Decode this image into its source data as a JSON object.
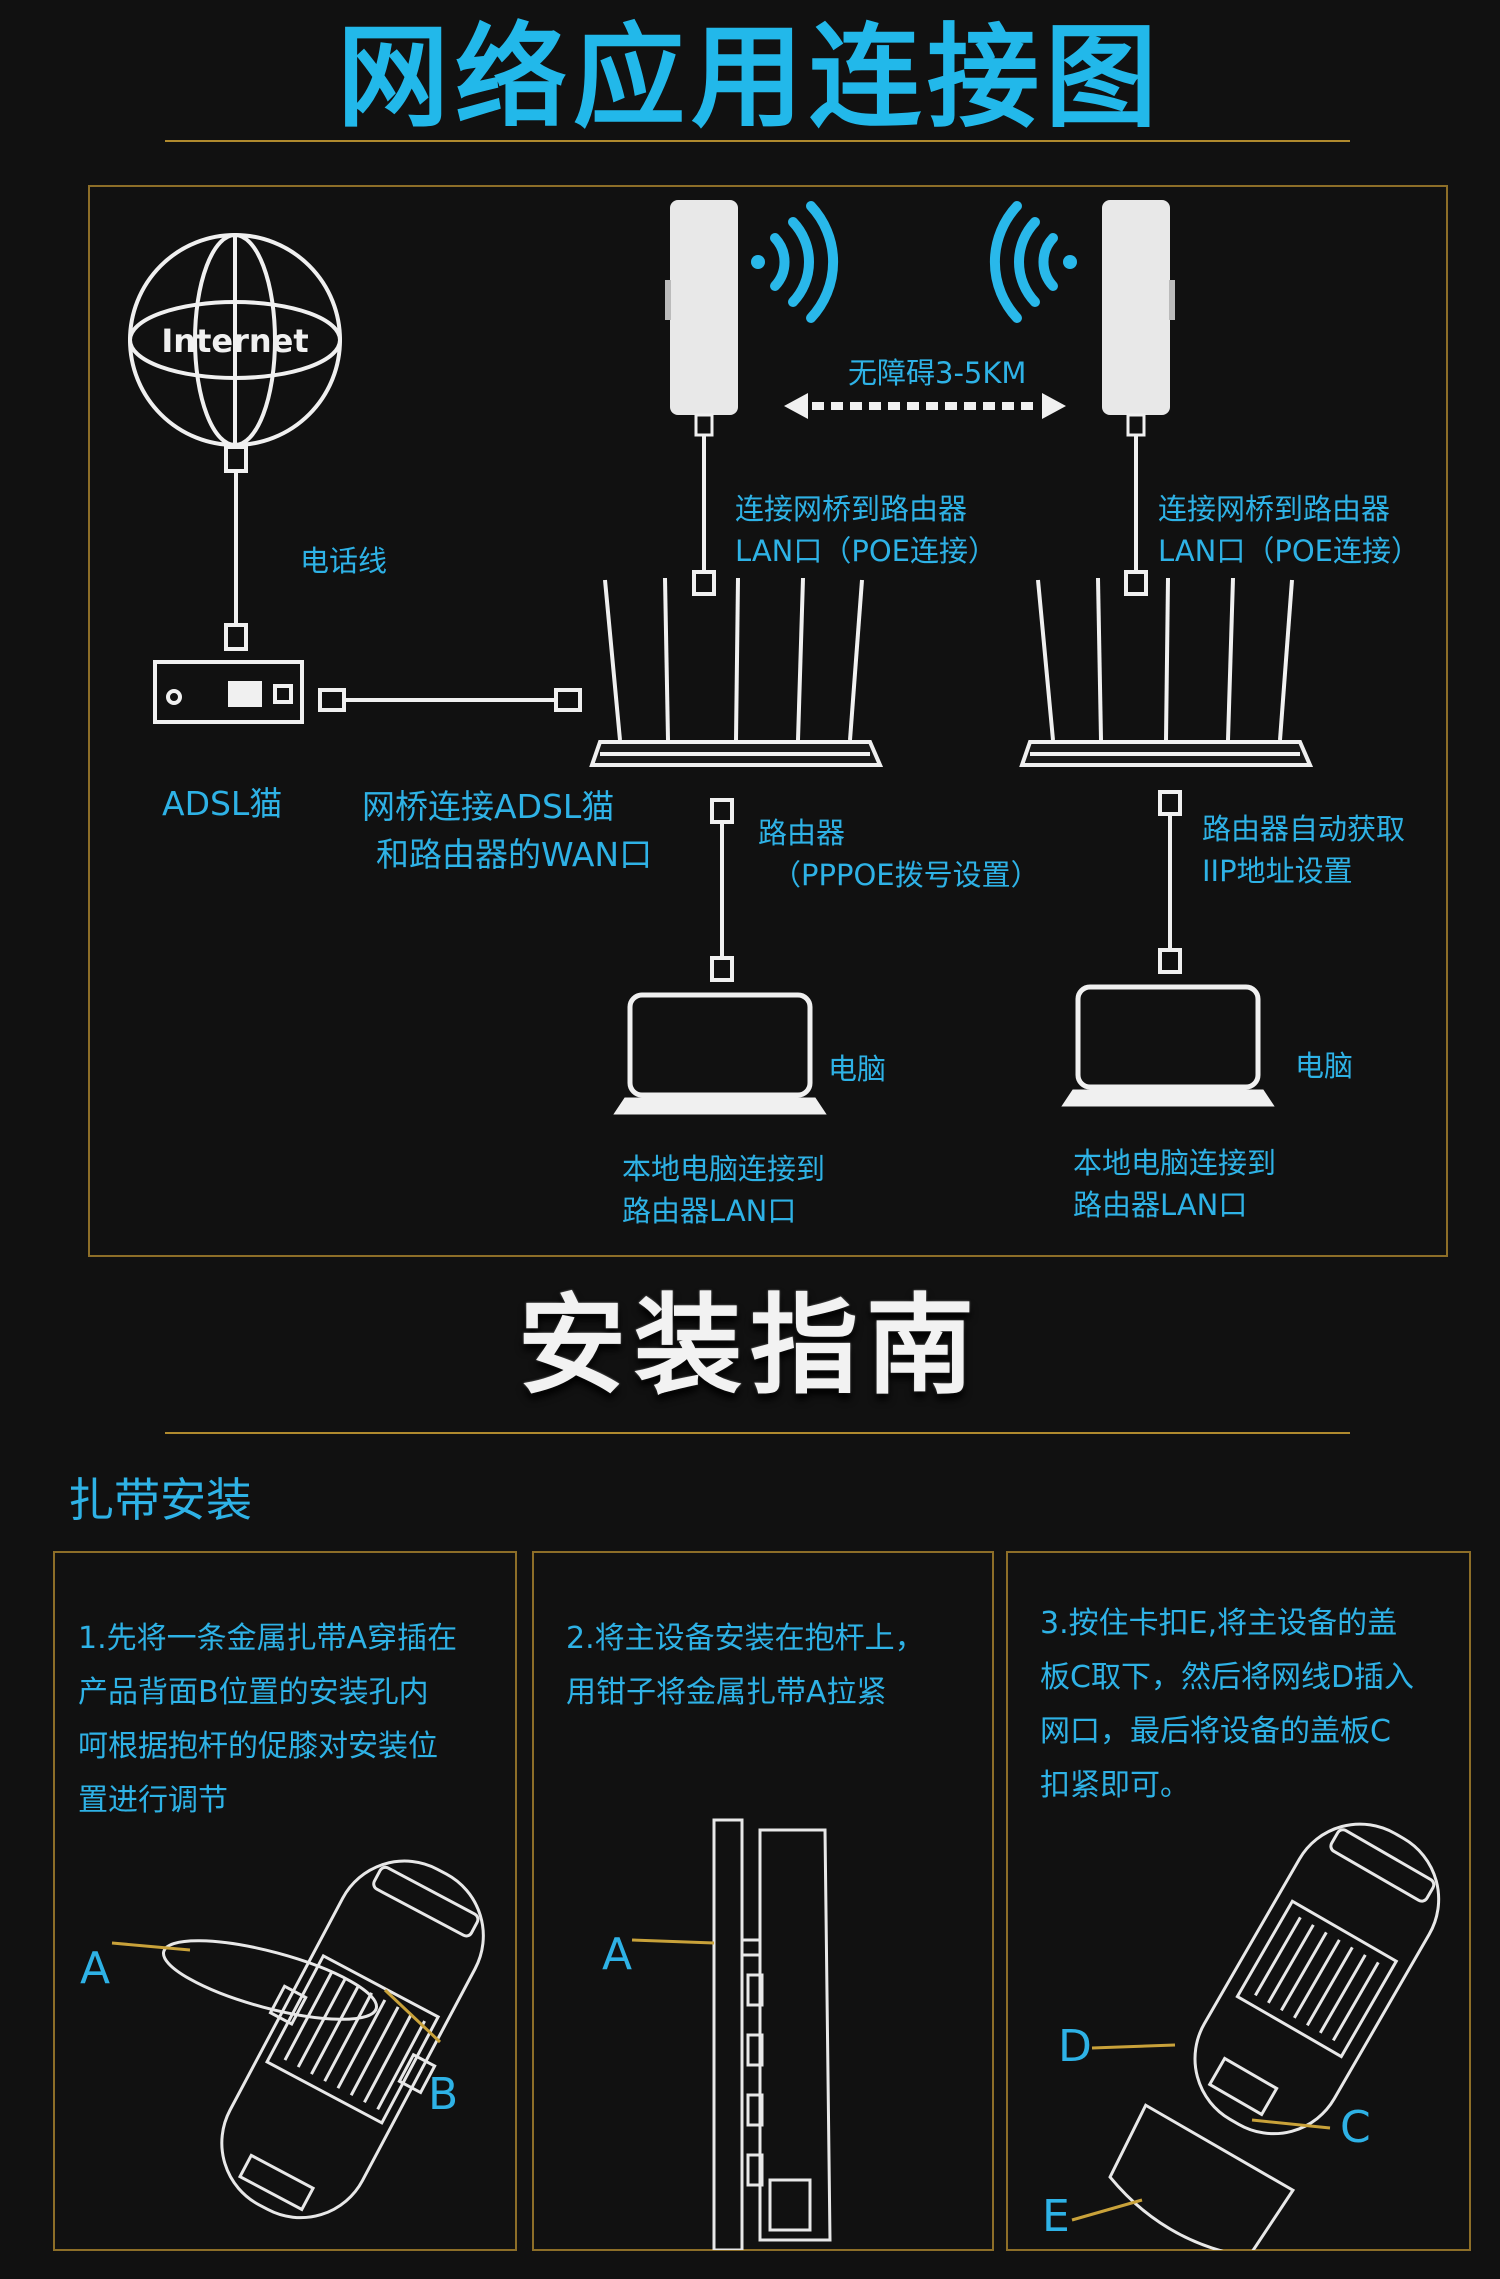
{
  "header": {
    "title": "网络应用连接图"
  },
  "diagram": {
    "internet_label": "Internet",
    "phone_line": "电话线",
    "distance": "无障碍3-5KM",
    "bridge_to_router_left": [
      "连接网桥到路由器",
      "LAN口（POE连接）"
    ],
    "bridge_to_router_right": [
      "连接网桥到路由器",
      "LAN口（POE连接）"
    ],
    "adsl_label": "ADSL猫",
    "adsl_wan": [
      "网桥连接ADSL猫",
      "和路由器的WAN口"
    ],
    "router_left": [
      "路由器",
      "（PPPOE拨号设置）"
    ],
    "router_right": [
      "路由器自动获取",
      "IIP地址设置"
    ],
    "pc_left": "电脑",
    "pc_right": "电脑",
    "pc_left_desc": [
      "本地电脑连接到",
      "路由器LAN口"
    ],
    "pc_right_desc": [
      "本地电脑连接到",
      "路由器LAN口"
    ]
  },
  "install": {
    "title": "安装指南",
    "subtitle": "扎带安装",
    "steps": [
      {
        "lines": [
          "1.先将一条金属扎带A穿插在",
          "产品背面B位置的安装孔内",
          "呵根据抱杆的促膝对安装位",
          "置进行调节"
        ],
        "labels": [
          "A",
          "B"
        ]
      },
      {
        "lines": [
          "2.将主设备安装在抱杆上，",
          "用钳子将金属扎带A拉紧"
        ],
        "labels": [
          "A"
        ]
      },
      {
        "lines": [
          "3.按住卡扣E,将主设备的盖",
          "板C取下，然后将网线D插入",
          "网口，最后将设备的盖板C",
          "扣紧即可。"
        ],
        "labels": [
          "D",
          "C",
          "E"
        ]
      }
    ]
  },
  "colors": {
    "accent": "#2eb2e6",
    "gold": "#8d6e28",
    "background": "#111111"
  }
}
